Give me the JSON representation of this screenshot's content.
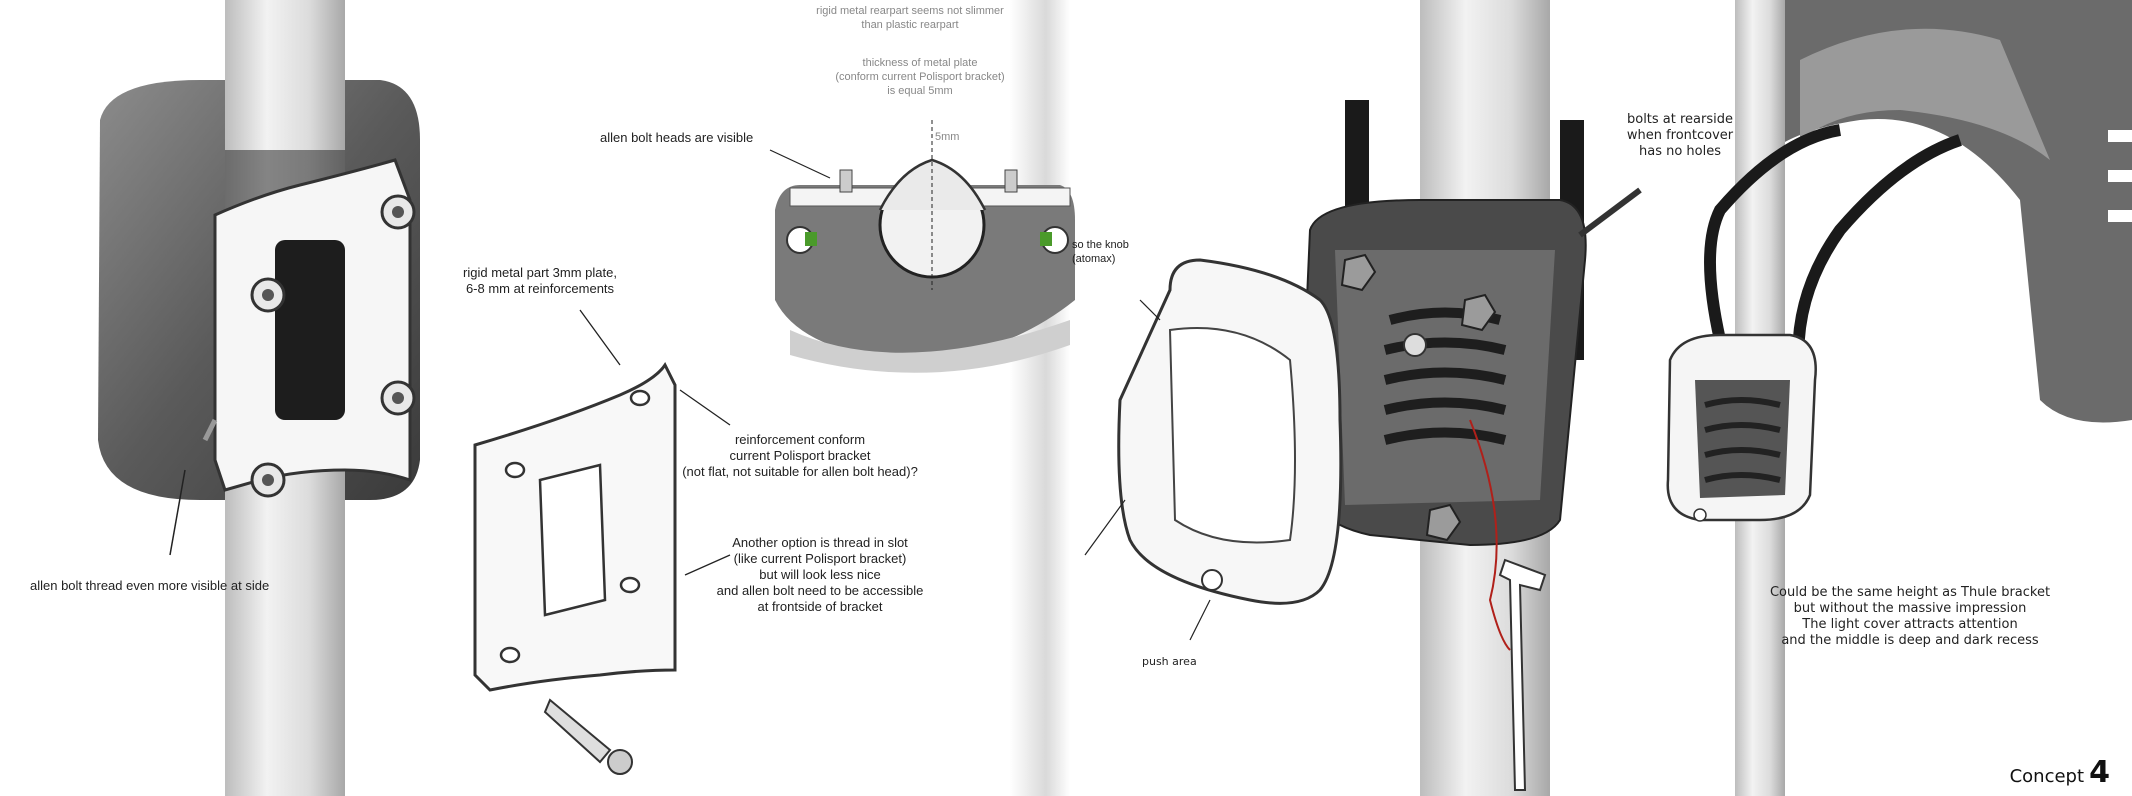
{
  "left_page": {
    "top_note_1": [
      "rigid metal rearpart seems not slimmer",
      "than plastic rearpart"
    ],
    "top_note_2": [
      "thickness of metal plate",
      "(conform current Polisport bracket)",
      "is equal 5mm"
    ],
    "dimension_5mm": "5mm",
    "allen_heads": "allen bolt heads are visible",
    "rigid_part": [
      "rigid metal part 3mm plate,",
      "6-8 mm at reinforcements"
    ],
    "reinforcement": [
      "reinforcement conform",
      "current Polisport bracket",
      "(not flat, not suitable for allen bolt head)?"
    ],
    "another_option": [
      "Another option is thread in slot",
      "(like current Polisport bracket)",
      "but will look less nice",
      "and allen bolt need to be accessible",
      "at frontside of bracket"
    ],
    "allen_thread": "allen bolt thread even more visible at side"
  },
  "right_page": {
    "knob_note": [
      "so the knob",
      "(atomax)"
    ],
    "push_area": "push area",
    "bolts_rear": [
      "bolts at rearside",
      "when frontcover",
      "has no holes"
    ],
    "thule_note": [
      "Could be the same height as Thule bracket",
      "but without the massive impression",
      "The light cover attracts attention",
      "and the middle is deep and dark recess"
    ]
  },
  "footer": {
    "word": "Concept",
    "number": "4"
  },
  "colors": {
    "gray_dark": "#6b6b6b",
    "gray_light": "#d9d9d9",
    "red_line": "#b0201a",
    "green_accent": "#4a9a2a"
  }
}
